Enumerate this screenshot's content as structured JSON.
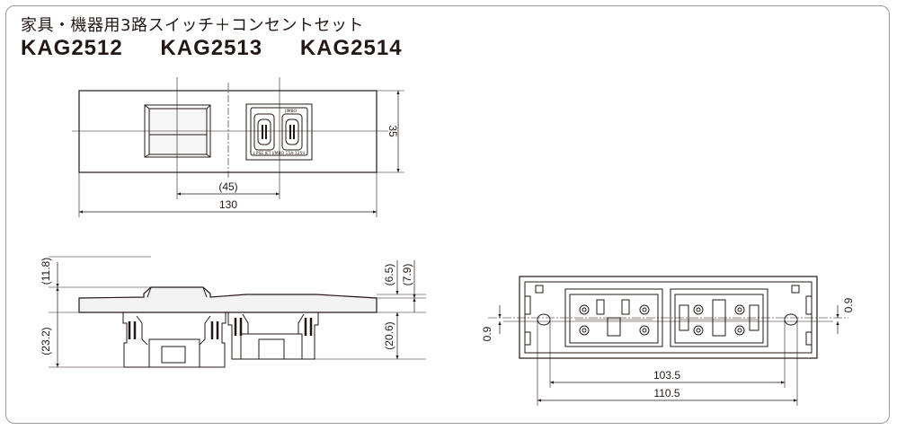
{
  "header": {
    "subtitle": "家具・機器用3路スイッチ＋コンセントセット",
    "models": [
      "KAG2512",
      "KAG2513",
      "KAG2514"
    ]
  },
  "front_view": {
    "dim_height": "35",
    "dim_pitch": "(45)",
    "dim_width": "130",
    "outlet_brand": "JIMBO",
    "outlet_rating": "↓PSE JET JIMBO 15A-125V"
  },
  "side_view": {
    "dim_top": "(11.8)",
    "dim_total_left": "(23.2)",
    "dim_plate": "(6.5)",
    "dim_plate_total": "(7.9)",
    "dim_depth_right": "(20.6)"
  },
  "back_view": {
    "dim_offset_left": "0.9",
    "dim_offset_right": "0.9",
    "dim_inner": "103.5",
    "dim_outer": "110.5"
  },
  "colors": {
    "line": "#231815",
    "plate_fill": "#f3f3f3",
    "frame": "#9a9a9a"
  }
}
